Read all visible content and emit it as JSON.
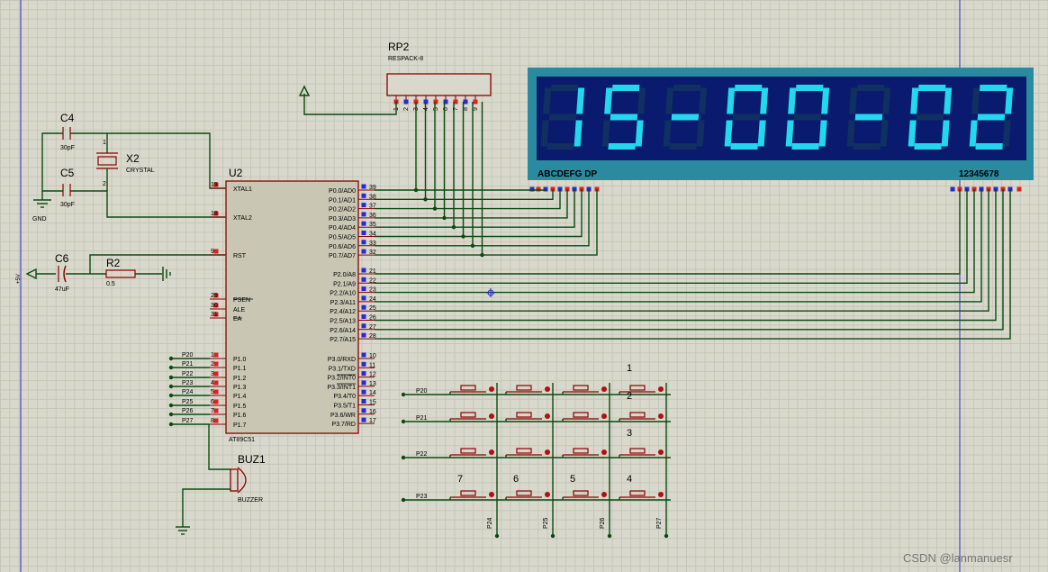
{
  "rp2": {
    "ref": "RP2",
    "value": "RESPACK-8",
    "pins": [
      "1",
      "2",
      "3",
      "4",
      "5",
      "6",
      "7",
      "8",
      "9"
    ]
  },
  "display": {
    "digits": "15-00-02",
    "seg_labels": "ABCDEFG DP",
    "digit_labels": "12345678",
    "color": "#22d8ee",
    "bg": "#0a1a6e",
    "frame": "#2a8aa0"
  },
  "c4": {
    "ref": "C4",
    "value": "30pF"
  },
  "c5": {
    "ref": "C5",
    "value": "30pF"
  },
  "x2": {
    "ref": "X2",
    "value": "CRYSTAL"
  },
  "gnd": {
    "label": "GND"
  },
  "c6": {
    "ref": "C6",
    "value": "47uF"
  },
  "r2": {
    "ref": "R2",
    "value": "0.5"
  },
  "vcc": {
    "label": "+5V"
  },
  "u2": {
    "ref": "U2",
    "part": "AT89C51",
    "left_pins": [
      {
        "num": "19",
        "name": "XTAL1"
      },
      {
        "num": "18",
        "name": "XTAL2"
      },
      {
        "num": "9",
        "name": "RST"
      },
      {
        "num": "29",
        "name": "PSEN"
      },
      {
        "num": "30",
        "name": "ALE"
      },
      {
        "num": "31",
        "name": "EA"
      },
      {
        "num": "1",
        "name": "P1.0"
      },
      {
        "num": "2",
        "name": "P1.1"
      },
      {
        "num": "3",
        "name": "P1.2"
      },
      {
        "num": "4",
        "name": "P1.3"
      },
      {
        "num": "5",
        "name": "P1.4"
      },
      {
        "num": "6",
        "name": "P1.5"
      },
      {
        "num": "7",
        "name": "P1.6"
      },
      {
        "num": "8",
        "name": "P1.7"
      }
    ],
    "right_pins": [
      {
        "num": "39",
        "name": "P0.0/AD0"
      },
      {
        "num": "38",
        "name": "P0.1/AD1"
      },
      {
        "num": "37",
        "name": "P0.2/AD2"
      },
      {
        "num": "36",
        "name": "P0.3/AD3"
      },
      {
        "num": "35",
        "name": "P0.4/AD4"
      },
      {
        "num": "34",
        "name": "P0.5/AD5"
      },
      {
        "num": "33",
        "name": "P0.6/AD6"
      },
      {
        "num": "32",
        "name": "P0.7/AD7"
      },
      {
        "num": "21",
        "name": "P2.0/A8"
      },
      {
        "num": "22",
        "name": "P2.1/A9"
      },
      {
        "num": "23",
        "name": "P2.2/A10"
      },
      {
        "num": "24",
        "name": "P2.3/A11"
      },
      {
        "num": "25",
        "name": "P2.4/A12"
      },
      {
        "num": "26",
        "name": "P2.5/A13"
      },
      {
        "num": "27",
        "name": "P2.6/A14"
      },
      {
        "num": "28",
        "name": "P2.7/A15"
      },
      {
        "num": "10",
        "name": "P3.0/RXD"
      },
      {
        "num": "11",
        "name": "P3.1/TXD"
      },
      {
        "num": "12",
        "name": "P3.2/INT0"
      },
      {
        "num": "13",
        "name": "P3.3/INT1"
      },
      {
        "num": "14",
        "name": "P3.4/T0"
      },
      {
        "num": "15",
        "name": "P3.5/T1"
      },
      {
        "num": "16",
        "name": "P3.6/WR"
      },
      {
        "num": "17",
        "name": "P3.7/RD"
      }
    ],
    "p1_nets": [
      "P20",
      "P21",
      "P22",
      "P23",
      "P24",
      "P25",
      "P26",
      "P27"
    ]
  },
  "buz1": {
    "ref": "BUZ1",
    "value": "BUZZER"
  },
  "keypad": {
    "row_nets": [
      "P20",
      "P21",
      "P22",
      "P23"
    ],
    "col_nets": [
      "P24",
      "P25",
      "P26",
      "P27"
    ],
    "key_labels": [
      "1",
      "2",
      "3",
      "7",
      "6",
      "5",
      "4"
    ]
  },
  "watermark": "CSDN @lanmanuesr"
}
